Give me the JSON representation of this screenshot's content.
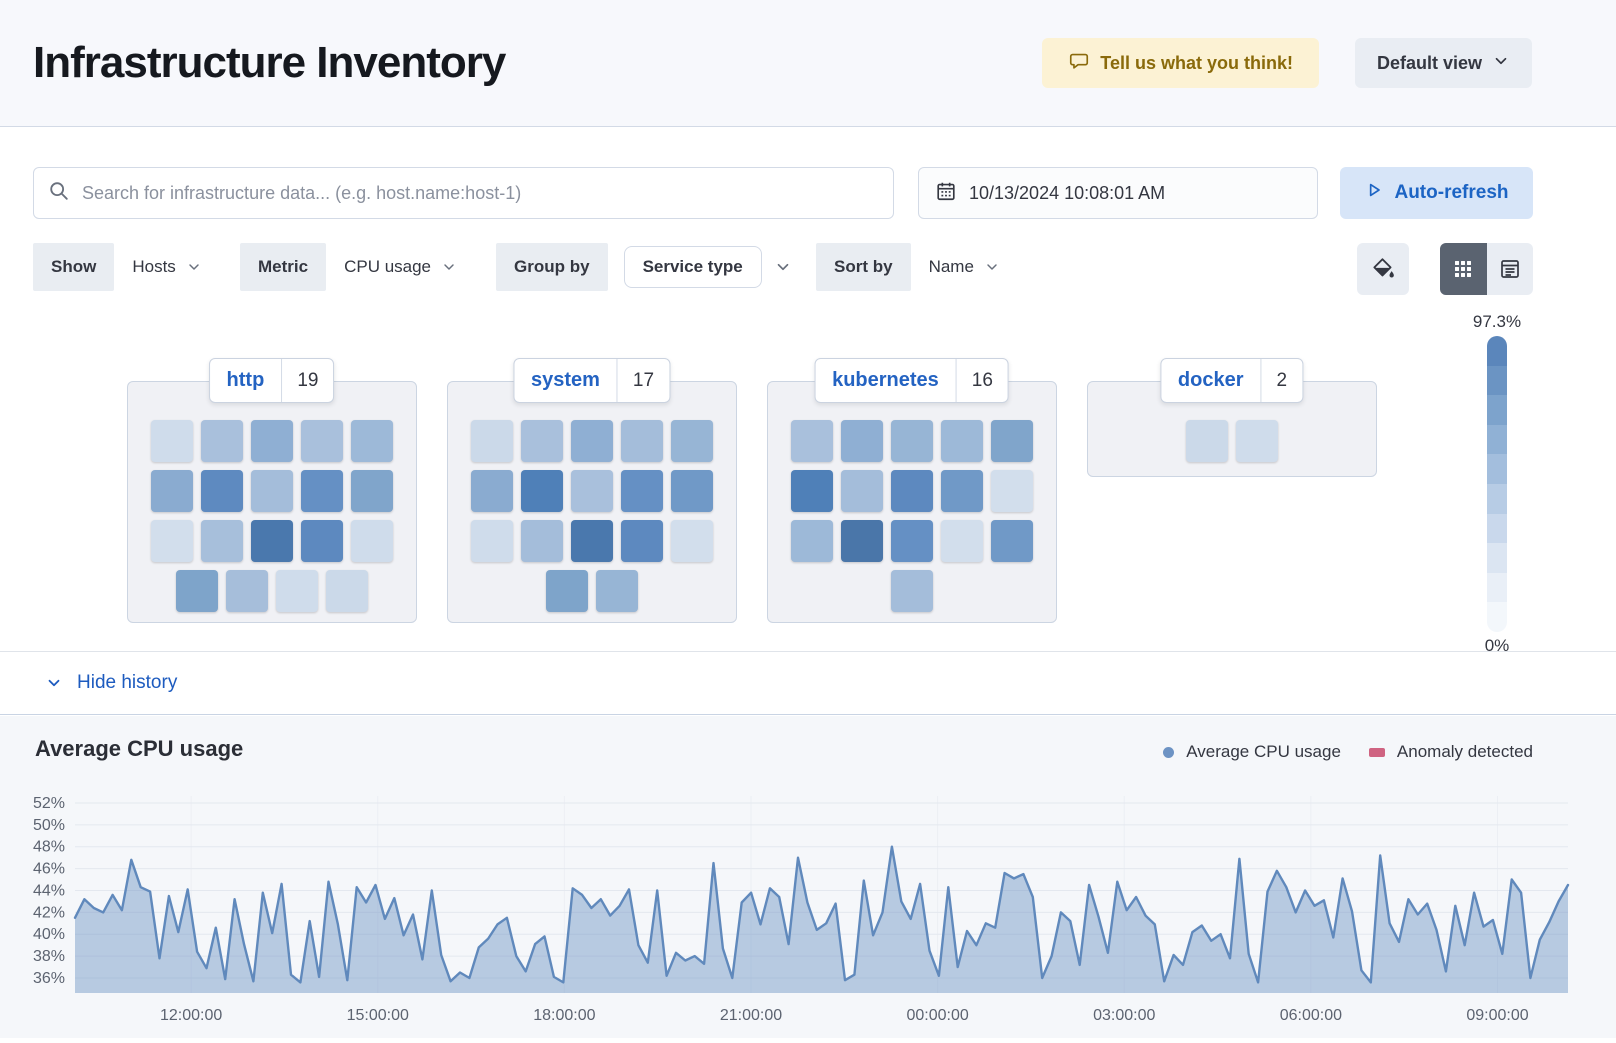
{
  "header": {
    "title": "Infrastructure Inventory",
    "feedback_label": "Tell us what you think!",
    "view_label": "Default view"
  },
  "toolbar": {
    "search_placeholder": "Search for infrastructure data... (e.g. host.name:host-1)",
    "datetime": "10/13/2024 10:08:01 AM",
    "autorefresh_label": "Auto-refresh"
  },
  "filters": {
    "show_label": "Show",
    "show_value": "Hosts",
    "metric_label": "Metric",
    "metric_value": "CPU usage",
    "groupby_label": "Group by",
    "groupby_value": "Service type",
    "sortby_label": "Sort by",
    "sortby_value": "Name"
  },
  "waffle": {
    "groups": [
      {
        "name": "http",
        "count": "19",
        "rows": [
          [
            "#cfdceb",
            "#a9c0dc",
            "#8fafd3",
            "#a9c0dc",
            "#9db9d8"
          ],
          [
            "#8aabd0",
            "#5e8ac0",
            "#a4bdda",
            "#6590c4",
            "#80a5cb"
          ],
          [
            "#d2deec",
            "#a7bfdb",
            "#4a78ad",
            "#5d89bf",
            "#cfdceb"
          ],
          [
            "#7ea4ca",
            "#a6beda",
            "#cfdceb",
            "#cbd9e9"
          ]
        ]
      },
      {
        "name": "system",
        "count": "17",
        "rows": [
          [
            "#cbd9e9",
            "#a9c0dc",
            "#8fafd3",
            "#a4bdda",
            "#97b5d5"
          ],
          [
            "#8aabd0",
            "#4f80b8",
            "#a9c0dc",
            "#6590c4",
            "#7099c7"
          ],
          [
            "#cfdceb",
            "#a4bdda",
            "#4a78ad",
            "#5d89bf",
            "#d2deec"
          ],
          [
            "#7ea4ca",
            "#97b5d5"
          ]
        ]
      },
      {
        "name": "kubernetes",
        "count": "16",
        "rows": [
          [
            "#a9c0dc",
            "#8fafd3",
            "#97b5d5",
            "#9db9d8",
            "#80a5cb"
          ],
          [
            "#4f80b8",
            "#a4bdda",
            "#5d89bf",
            "#7099c7",
            "#d2deec"
          ],
          [
            "#9db9d8",
            "#4a76a9",
            "#6590c4",
            "#d2deec",
            "#7099c7"
          ],
          [
            "#a4bdda"
          ]
        ]
      },
      {
        "name": "docker",
        "count": "2",
        "rows": [
          [
            "#cbd9e9",
            "#cfdceb"
          ]
        ]
      }
    ],
    "legend": {
      "max": "97.3%",
      "min": "0%",
      "steps": [
        "#5b86bb",
        "#6b94c3",
        "#7da3cc",
        "#90b1d5",
        "#a3bedd",
        "#b7cce5",
        "#c9d8ec",
        "#dbe5f2",
        "#e9eff7",
        "#f3f7fb"
      ]
    }
  },
  "history": {
    "toggle_label": "Hide history"
  },
  "chart_data": {
    "type": "area",
    "title": "Average CPU usage",
    "legend": [
      {
        "label": "Average CPU usage",
        "color": "#6d93c4",
        "shape": "dot"
      },
      {
        "label": "Anomaly detected",
        "color": "#cf6381",
        "shape": "bar"
      }
    ],
    "y_ticks": [
      "52%",
      "50%",
      "48%",
      "46%",
      "44%",
      "42%",
      "40%",
      "38%",
      "36%"
    ],
    "y_tick_values": [
      52,
      50,
      48,
      46,
      44,
      42,
      40,
      38,
      36
    ],
    "x_ticks": [
      "12:00:00",
      "15:00:00",
      "18:00:00",
      "21:00:00",
      "00:00:00",
      "03:00:00",
      "06:00:00",
      "09:00:00"
    ],
    "x_start_minutes_before_first_tick": 112,
    "x_total_minutes": 1440,
    "x_tick_interval_minutes": 180,
    "ylim": [
      34.6,
      52.7
    ],
    "unit": "%",
    "grid": true,
    "line_color": "#6089bc",
    "fill_color": "rgba(109,147,196,0.45)",
    "values": [
      41.5,
      43.2,
      42.4,
      42.0,
      43.6,
      42.2,
      46.8,
      44.3,
      43.9,
      37.8,
      43.5,
      40.2,
      44.1,
      38.4,
      36.9,
      40.6,
      35.9,
      43.2,
      39.1,
      35.7,
      43.8,
      40.1,
      44.6,
      36.3,
      35.6,
      41.2,
      36.1,
      44.8,
      40.9,
      35.8,
      44.3,
      42.9,
      44.5,
      41.4,
      43.3,
      39.9,
      41.8,
      37.7,
      44.0,
      38.1,
      35.7,
      36.5,
      36.0,
      38.8,
      39.6,
      40.9,
      41.5,
      38.0,
      36.6,
      39.1,
      39.8,
      36.1,
      35.6,
      44.2,
      43.6,
      42.4,
      43.2,
      41.7,
      42.6,
      44.1,
      39.0,
      37.4,
      44.0,
      36.2,
      38.3,
      37.6,
      38.0,
      37.3,
      46.5,
      38.7,
      36.0,
      42.9,
      43.8,
      40.9,
      44.2,
      43.4,
      39.1,
      47.0,
      42.9,
      40.4,
      41.0,
      42.8,
      35.8,
      36.3,
      44.9,
      39.9,
      42.0,
      48.0,
      43.0,
      41.4,
      44.6,
      38.5,
      36.2,
      44.3,
      37.0,
      40.3,
      39.0,
      41.0,
      40.6,
      45.6,
      45.1,
      45.5,
      43.4,
      36.0,
      38.0,
      42.0,
      41.2,
      37.2,
      44.5,
      41.6,
      38.3,
      44.8,
      42.2,
      43.4,
      41.7,
      40.9,
      35.7,
      38.1,
      37.2,
      40.2,
      40.8,
      39.4,
      40.0,
      37.8,
      46.9,
      38.2,
      35.6,
      43.9,
      45.8,
      44.3,
      42.0,
      44.0,
      42.6,
      43.1,
      39.7,
      45.1,
      42.1,
      36.7,
      35.6,
      47.2,
      41.0,
      39.3,
      43.2,
      41.8,
      42.8,
      40.4,
      36.6,
      42.6,
      39.0,
      43.8,
      40.7,
      41.3,
      38.2,
      45.0,
      43.8,
      36.0,
      39.5,
      41.1,
      43.0,
      44.5
    ]
  }
}
